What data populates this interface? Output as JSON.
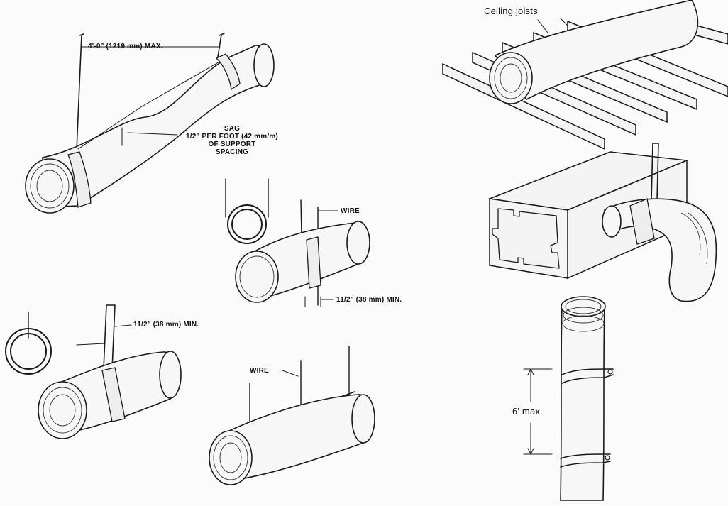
{
  "labels": {
    "spacing_max": "4'-0\" (1219 mm) MAX.",
    "sag_title": "SAG",
    "sag_line1": "1/2\" PER FOOT (42 mm/m)",
    "sag_line2": "OF SUPPORT",
    "sag_line3": "SPACING",
    "wire_upper": "WIRE",
    "band_min_upper": "11/2\" (38 mm) MIN.",
    "band_min_lower": "11/2\" (38 mm) MIN.",
    "wire_lower": "WIRE",
    "ceiling_joists": "Ceiling joists",
    "vertical_max": "6' max."
  }
}
